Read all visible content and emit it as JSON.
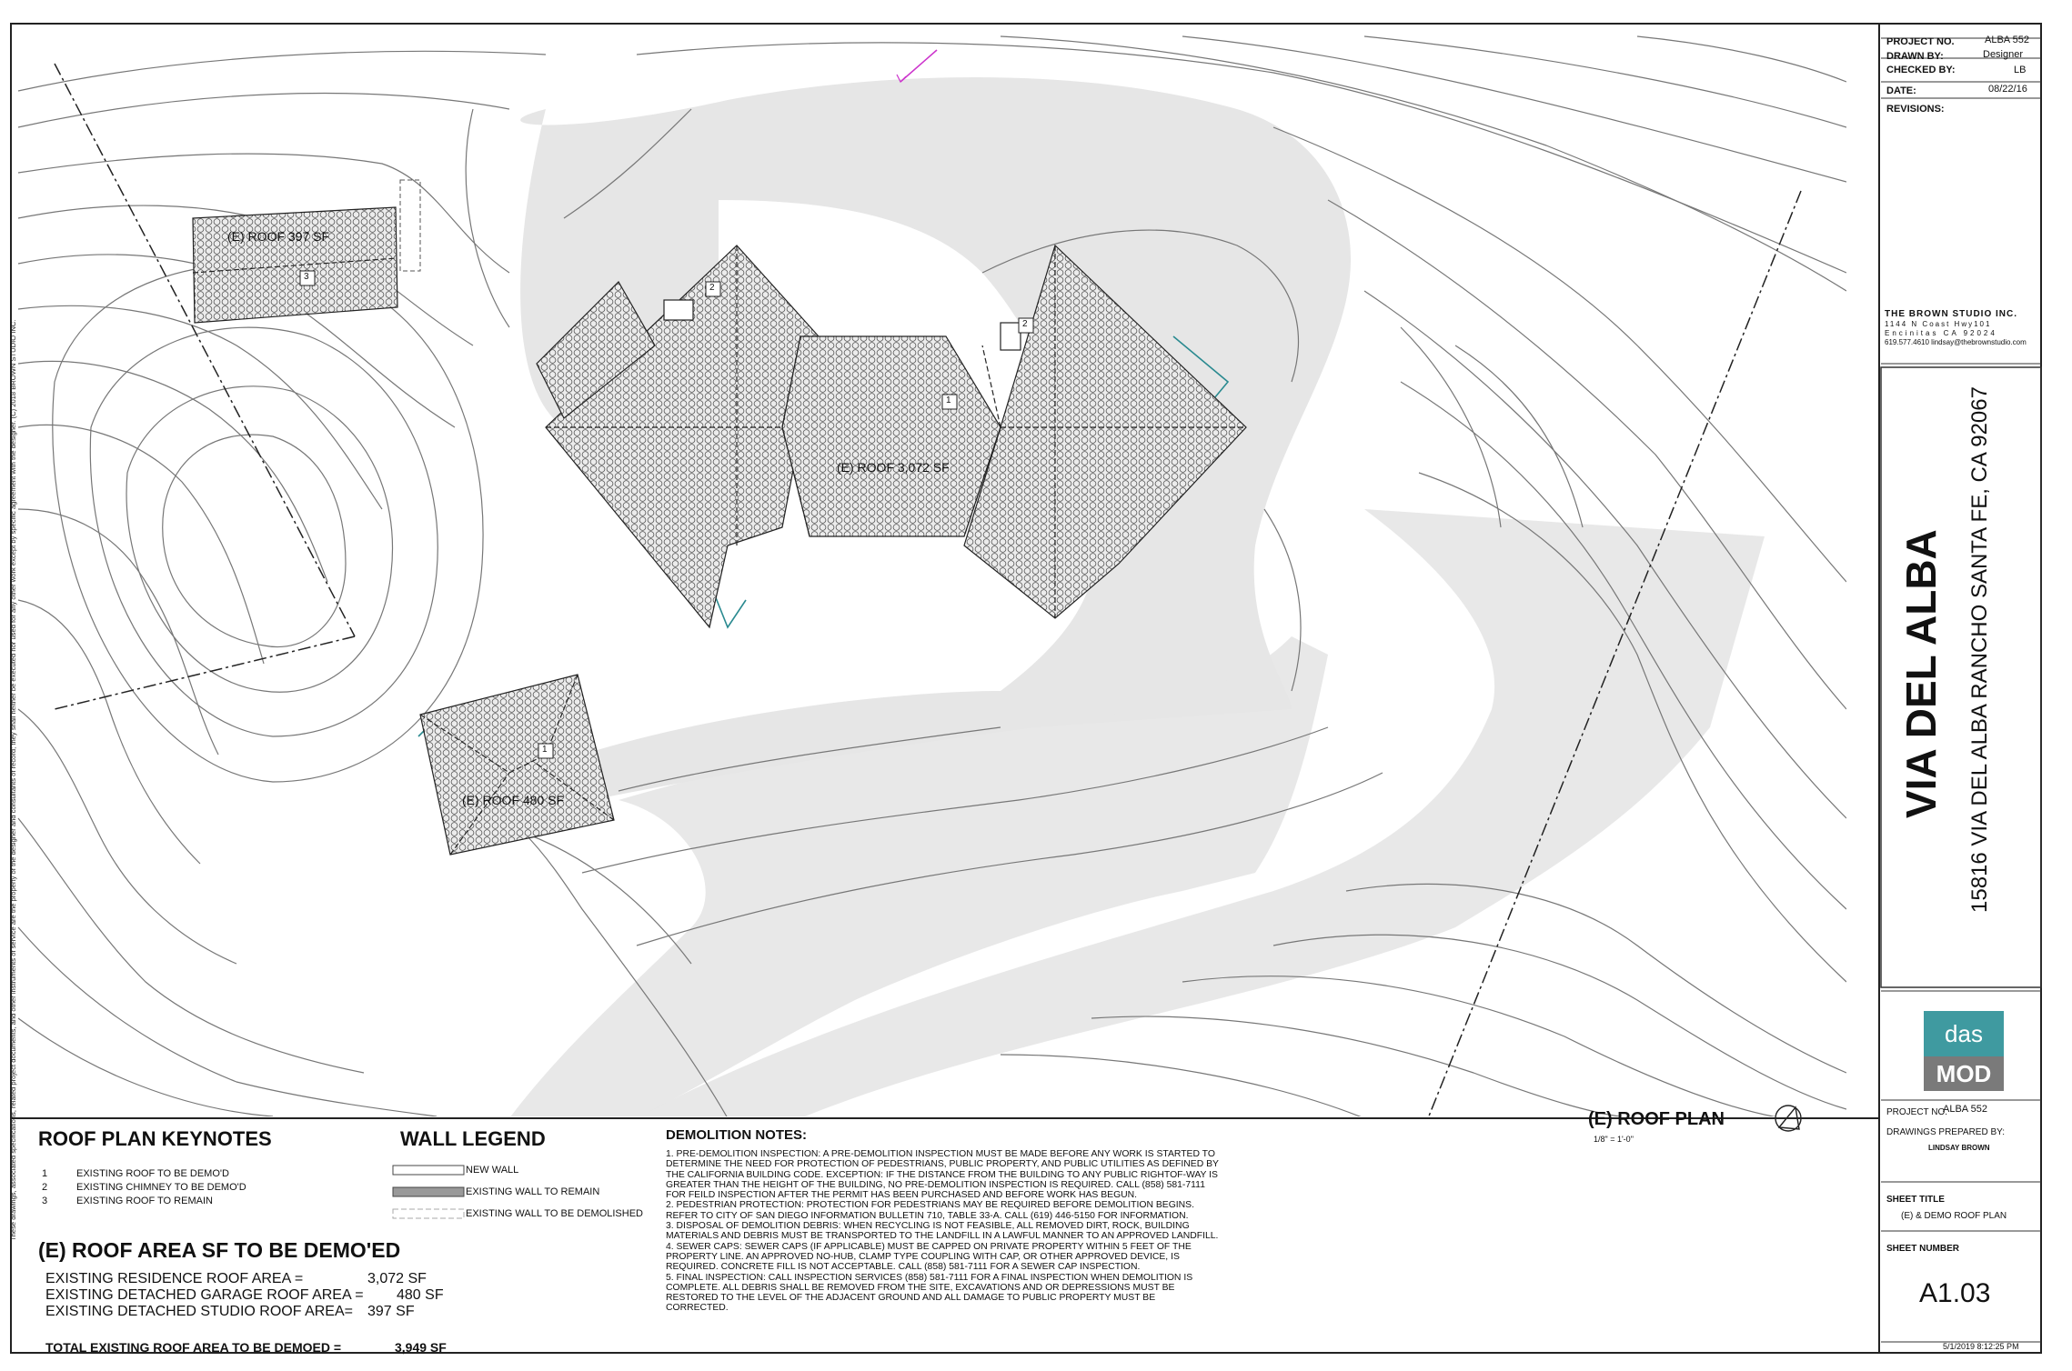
{
  "title_block": {
    "project_no_label": "PROJECT NO.",
    "project_no": "ALBA 552",
    "drawn_by_label": "DRAWN BY:",
    "drawn_by": "Designer",
    "checked_by_label": "CHECKED BY:",
    "checked_by": "LB",
    "date_label": "DATE:",
    "date": "08/22/16",
    "revisions_label": "REVISIONS:",
    "firm_name": "THE BROWN STUDIO INC.",
    "firm_address1": "1144 N Coast Hwy101",
    "firm_address2": "Encinitas CA 92024",
    "firm_contact": "619.577.4610   lindsay@thebrownstudio.com",
    "project_name": "VIA DEL ALBA",
    "project_address": "15816 VIA DEL ALBA RANCHO SANTA FE, CA 92067",
    "logo_top": "das",
    "logo_bottom": "MOD",
    "project_no2_label": "PROJECT NO.",
    "project_no2": "ALBA 552",
    "prepared_by_label": "DRAWINGS PREPARED BY:",
    "prepared_by": "LINDSAY BROWN",
    "sheet_title_label": "SHEET TITLE",
    "sheet_title": "(E) & DEMO ROOF PLAN",
    "sheet_number_label": "SHEET NUMBER",
    "sheet_number": "A1.03",
    "print_stamp": "5/1/2019 8:12:25 PM"
  },
  "plan": {
    "roof_labels": [
      "(E) ROOF 397 SF",
      "(E) ROOF 3,072 SF",
      "(E) ROOF 480 SF"
    ],
    "tag_labels": [
      "3",
      "2",
      "1",
      "2",
      "1"
    ],
    "plan_title": "(E) ROOF PLAN",
    "plan_scale": "1/8\" = 1'-0\""
  },
  "legal_note": "These drawings, associated specifications, related project documents, and other instruments of service are the property of the designer and consultants of record; they shall neither be executed nor used for any other work except by specific agreement with the designer. (C) 2018 BROWN STUDIO INC.",
  "keynotes": {
    "title": "ROOF PLAN KEYNOTES",
    "items": [
      {
        "num": "1",
        "text": "EXISTING ROOF TO BE DEMO'D"
      },
      {
        "num": "2",
        "text": "EXISTING CHIMNEY TO BE DEMO'D"
      },
      {
        "num": "3",
        "text": "EXISTING ROOF TO REMAIN"
      }
    ]
  },
  "wall_legend": {
    "title": "WALL LEGEND",
    "items": [
      "NEW WALL",
      "EXISTING WALL TO REMAIN",
      "EXISTING WALL TO BE DEMOLISHED"
    ]
  },
  "demo_notes": {
    "title": "DEMOLITION NOTES:",
    "lines": [
      "1. PRE-DEMOLITION INSPECTION:  A PRE-DEMOLITION INSPECTION MUST BE MADE BEFORE ANY WORK IS STARTED TO",
      "DETERMINE THE NEED FOR PROTECTION OF PEDESTRIANS, PUBLIC PROPERTY, AND PUBLIC UTILITIES AS DEFINED BY",
      "THE CALIFORNIA BUILDING CODE.  EXCEPTION:  IF THE DISTANCE FROM THE BUILDING TO ANY PUBLIC RIGHTOF-WAY IS",
      "GREATER THAN THE HEIGHT OF THE BUILDING, NO PRE-DEMOLITION INSPECTION IS REQUIRED.  CALL (858) 581-7111",
      "FOR FEILD INSPECTION AFTER THE PERMIT HAS BEEN PURCHASED AND BEFORE WORK HAS BEGUN.",
      "2. PEDESTRIAN PROTECTION:  PROTECTION FOR PEDESTRIANS MAY BE REQUIRED BEFORE DEMOLITION BEGINS.",
      "REFER TO CITY OF SAN DIEGO INFORMATION BULLETIN 710, TABLE 33-A.  CALL (619) 446-5150 FOR INFORMATION.",
      "3. DISPOSAL OF DEMOLITION DEBRIS:  WHEN RECYCLING IS NOT FEASIBLE, ALL REMOVED DIRT, ROCK, BUILDING",
      "MATERIALS AND DEBRIS MUST BE TRANSPORTED TO THE LANDFILL IN A LAWFUL MANNER TO AN APPROVED LANDFILL.",
      "4. SEWER CAPS:  SEWER CAPS (IF APPLICABLE) MUST BE CAPPED ON PRIVATE PROPERTY WITHIN 5 FEET OF THE",
      "PROPERTY LINE.  AN APPROVED NO-HUB, CLAMP TYPE COUPLING WITH CAP, OR OTHER APPROVED DEVICE, IS",
      "REQUIRED.  CONCRETE FILL IS NOT ACCEPTABLE.  CALL (858) 581-7111 FOR A SEWER CAP INSPECTION.",
      "5. FINAL INSPECTION:  CALL INSPECTION SERVICES (858) 581-7111 FOR A FINAL INSPECTION WHEN DEMOLITION IS",
      "COMPLETE.  ALL DEBRIS SHALL BE REMOVED FROM THE SITE, EXCAVATIONS AND OR DEPRESSIONS MUST BE",
      "RESTORED TO THE LEVEL OF THE ADJACENT GROUND AND ALL DAMAGE TO PUBLIC PROPERTY MUST BE",
      "CORRECTED."
    ]
  },
  "roof_area": {
    "title": "(E) ROOF AREA SF TO BE DEMO'ED",
    "rows": [
      {
        "label": "EXISTING RESIDENCE ROOF AREA =",
        "value": "3,072 SF"
      },
      {
        "label": "EXISTING DETACHED GARAGE ROOF AREA =",
        "value": "480 SF"
      },
      {
        "label": "EXISTING DETACHED STUDIO ROOF AREA=",
        "value": "397 SF"
      }
    ],
    "total_label": "TOTAL EXISTING ROOF AREA TO BE DEMOED =",
    "total_value": "3,949 SF"
  },
  "colors": {
    "line": "#333333",
    "contour": "#777777",
    "driveway": "#e6e6e6",
    "wall_remain": "#2a8a90",
    "property_line": "#cc33cc",
    "logo_teal": "#3f9aa0",
    "logo_gray": "#7a7a7a"
  },
  "icons": [
    "north-arrow-icon"
  ]
}
